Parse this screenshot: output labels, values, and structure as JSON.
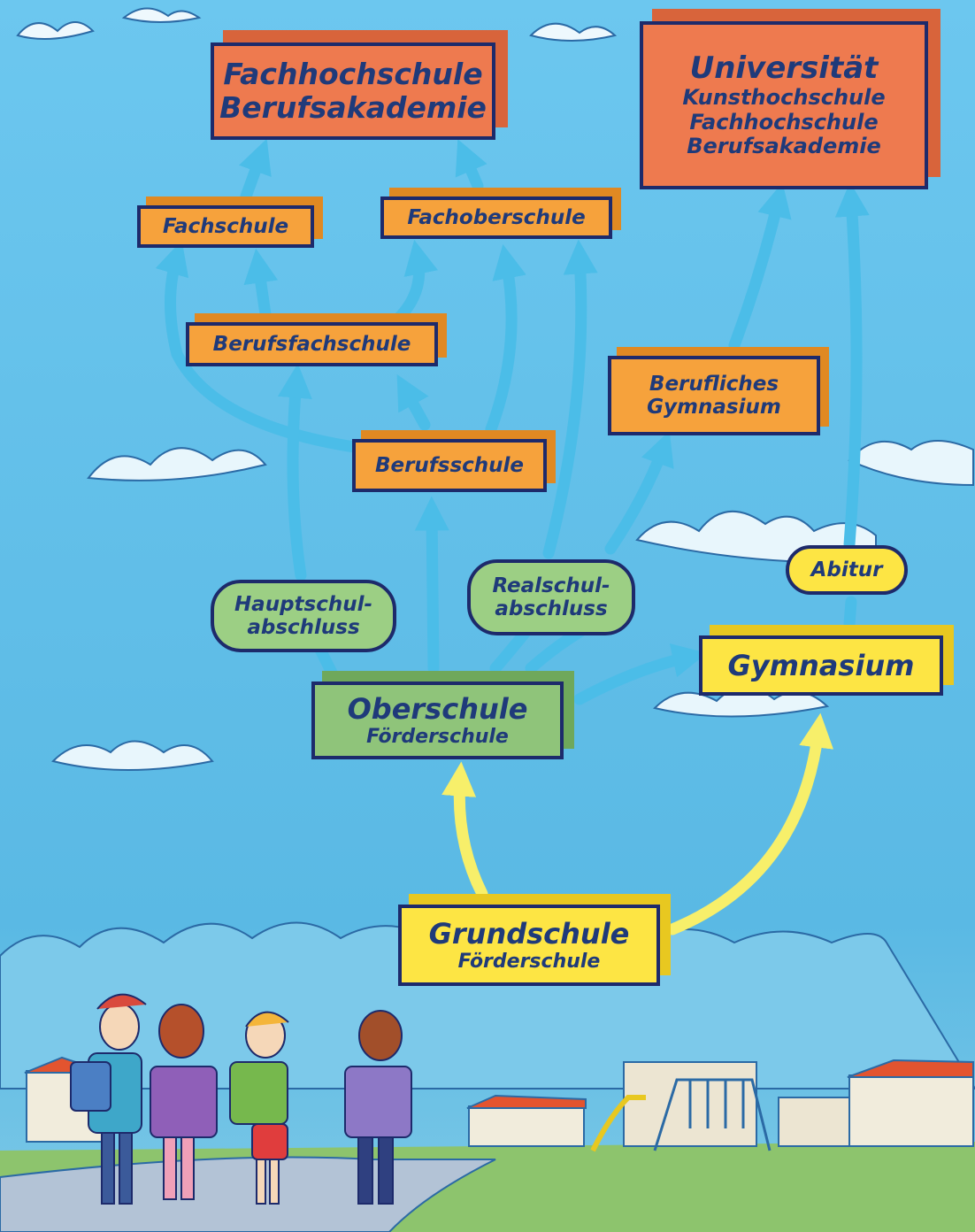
{
  "colors": {
    "sky": "#5fc0ea",
    "arrow_blue": "#4bbde8",
    "arrow_yellow": "#f7ef6a",
    "orange_top": "#ee7a4f",
    "orange_mid": "#f6a23c",
    "green": "#8fc47a",
    "yellow": "#fde544",
    "text": "#1f3a7a"
  },
  "nodes": {
    "fachhochschule_top": {
      "line1": "Fachhochschule",
      "line2": "Berufsakademie"
    },
    "universitaet": {
      "line1": "Universität",
      "line2": "Kunsthochschule",
      "line3": "Fachhochschule",
      "line4": "Berufsakademie"
    },
    "fachschule": {
      "label": "Fachschule"
    },
    "fachoberschule": {
      "label": "Fachoberschule"
    },
    "berufsfachschule": {
      "label": "Berufsfachschule"
    },
    "berufliches_gymnasium": {
      "line1": "Berufliches",
      "line2": "Gymnasium"
    },
    "berufsschule": {
      "label": "Berufsschule"
    },
    "hauptschulabschluss": {
      "line1": "Hauptschul-",
      "line2": "abschluss"
    },
    "realschulabschluss": {
      "line1": "Realschul-",
      "line2": "abschluss"
    },
    "abitur": {
      "label": "Abitur"
    },
    "oberschule": {
      "line1": "Oberschule",
      "line2": "Förderschule"
    },
    "gymnasium": {
      "label": "Gymnasium"
    },
    "grundschule": {
      "line1": "Grundschule",
      "line2": "Förderschule"
    }
  }
}
